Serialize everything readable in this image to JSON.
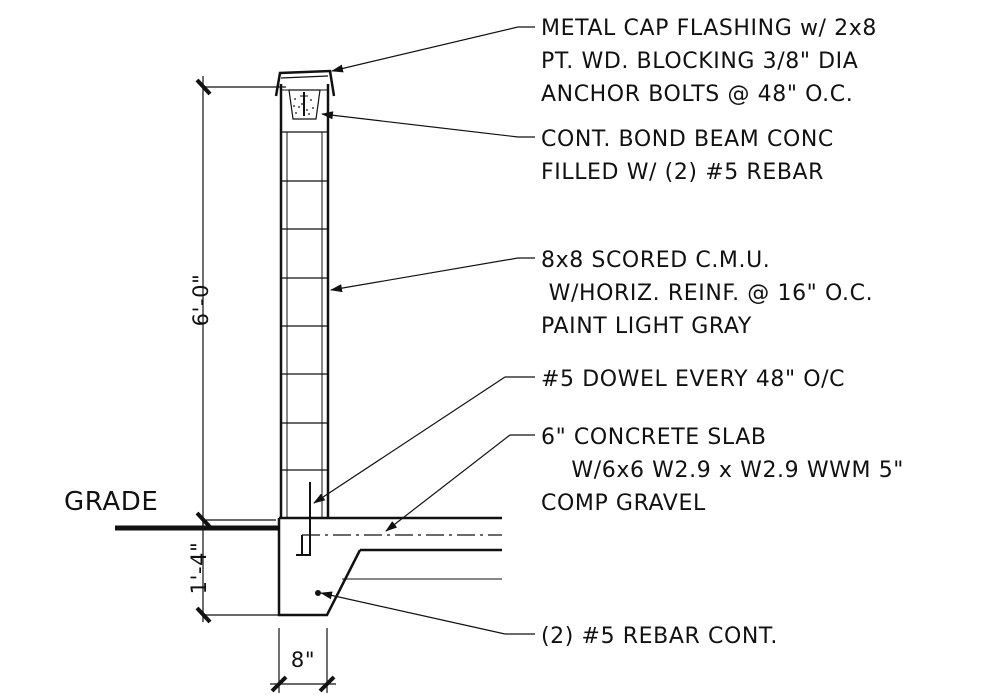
{
  "colors": {
    "ink": "#111111",
    "background": "#ffffff"
  },
  "labels": {
    "flashing": [
      "METAL CAP FLASHING w/ 2x8",
      "PT. WD. BLOCKING 3/8\" DIA",
      "ANCHOR BOLTS @ 48\" O.C."
    ],
    "bond_beam": [
      "CONT. BOND BEAM CONC",
      "FILLED W/ (2) #5 REBAR"
    ],
    "cmu": [
      "8x8 SCORED C.M.U.",
      " W/HORIZ. REINF. @ 16\" O.C.",
      "PAINT LIGHT GRAY"
    ],
    "dowel": [
      "#5 DOWEL EVERY 48\" O/C"
    ],
    "slab": [
      "6\" CONCRETE SLAB",
      "    W/6x6 W2.9 x W2.9 WWM 5\"",
      "COMP GRAVEL"
    ],
    "rebar": [
      "(2) #5 REBAR CONT."
    ]
  },
  "grade_label": "GRADE",
  "dimensions": {
    "wall_height": "6'-0\"",
    "footing_depth": "1'-4\"",
    "wall_width": "8\""
  }
}
